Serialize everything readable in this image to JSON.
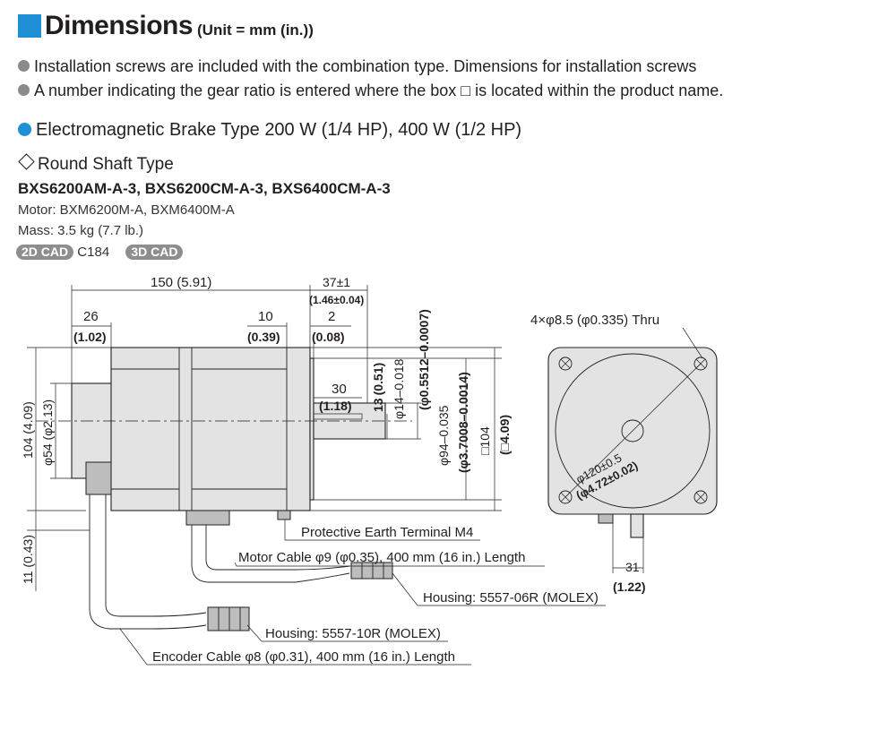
{
  "header": {
    "title": "Dimensions",
    "unit": "(Unit = mm (in.))",
    "accent_color": "#1f8fd6"
  },
  "notes": [
    "Installation screws are included with the combination type. Dimensions for installation screws",
    "A number indicating the gear ratio is entered where the box □ is located within the product name."
  ],
  "section": {
    "title": "Electromagnetic Brake Type  200 W (1/4 HP), 400 W (1/2 HP)",
    "subtitle": "Round Shaft Type",
    "models": "BXS6200AM-A-3, BXS6200CM-A-3, BXS6400CM-A-3",
    "motor": "Motor: BXM6200M-A, BXM6400M-A",
    "mass": "Mass: 3.5 kg (7.7 lb.)",
    "cad_2d": "2D CAD",
    "cad_2d_code": "C184",
    "cad_3d": "3D CAD"
  },
  "dimensions": {
    "overall_length": "150 (5.91)",
    "front_block_a": "26",
    "front_block_b": "(1.02)",
    "flange_a": "10",
    "flange_b": "(0.39)",
    "shaft_len_a": "37±1",
    "shaft_len_b": "(1.46±0.04)",
    "pilot_a": "2",
    "pilot_b": "(0.08)",
    "key_len_a": "30",
    "key_len_b": "(1.18)",
    "key_h_a": "13",
    "key_h_b": "(0.51)",
    "shaft_dia_a": "φ14–0.018",
    "shaft_dia_b": "(φ0.5512–0.0007)",
    "pilot_dia_a": "φ94–0.035",
    "pilot_dia_b": "(φ3.7008–0.0014)",
    "square_a": "□104",
    "square_b": "(□4.09)",
    "height_a": "104 (4.09)",
    "rear_dia": "φ54 (φ2.13)",
    "bottom_a": "11 (0.43)",
    "holes": "4×φ8.5 (φ0.335) Thru",
    "pcd_a": "φ120±0.5",
    "pcd_b": "(φ4.72±0.02)",
    "cable_offset_a": "31",
    "cable_offset_b": "(1.22)"
  },
  "callouts": {
    "earth": "Protective Earth Terminal M4",
    "motor_cable": "Motor Cable φ9 (φ0.35), 400 mm (16 in.) Length",
    "housing_6": "Housing: 5557-06R (MOLEX)",
    "housing_10": "Housing: 5557-10R (MOLEX)",
    "encoder_cable": "Encoder Cable φ8 (φ0.31), 400 mm (16 in.) Length"
  }
}
